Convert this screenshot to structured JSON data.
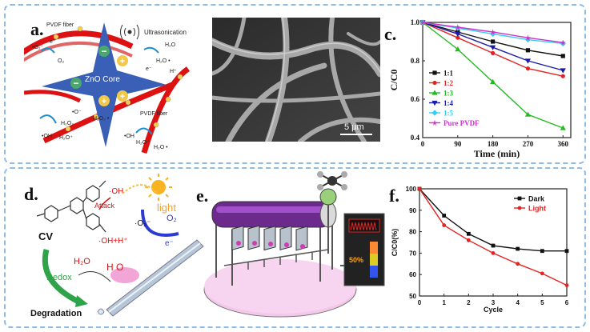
{
  "panels": {
    "a": {
      "label": "a.",
      "core": "ZnO Core",
      "pvdf_top": "PVDF fiber",
      "pvdf_bottom": "PVDF fiber",
      "ultrasonication": "Ultrasonication",
      "species": {
        "o2_radical_left": "•O₂⁻",
        "e_left": "e⁻",
        "o2_left": "O₂",
        "h2o_topright": "H₂O",
        "h2o_radical_right": "H₂O •",
        "e_right": "e⁻",
        "hplus_right": "H⁺",
        "oh_left": "•OH",
        "h2o2_left": "H₂O₂",
        "oh_mid": "•O⁻",
        "h2o_mid": "H₂O⁺",
        "h2o2_mid": "H₂O₂ •",
        "oh_bottom": "•OH",
        "h2o_bottom": "H₂O⁺",
        "h2o_bottom2": "H₂O •"
      }
    },
    "b": {
      "label": "b.",
      "scale_bar": "5 μm"
    },
    "c": {
      "label": "c."
    },
    "d": {
      "label": "d.",
      "cv": "CV",
      "oh": "·OH",
      "attack": "Attack",
      "oh_hplus": "·OH+H⁺",
      "o2_radical": "·O₂⁻",
      "o2": "O₂",
      "e": "e⁻",
      "light": "light",
      "h2o": "H₂O",
      "h_o": "H O",
      "redox": "Redox",
      "degradation": "Degradation"
    },
    "e": {
      "label": "e.",
      "percent": "50%"
    },
    "f": {
      "label": "f."
    }
  },
  "colors": {
    "border": "#8fbbe6",
    "dark_series": "#111111",
    "light_series": "#e52222"
  },
  "chart_data": [
    {
      "id": "c",
      "type": "line",
      "title": "",
      "xlabel": "Time (min)",
      "ylabel": "C/C0",
      "x": [
        0,
        90,
        180,
        270,
        360
      ],
      "xlim": [
        0,
        380
      ],
      "ylim": [
        0.4,
        1.0
      ],
      "xticks": [
        "0",
        "90",
        "180",
        "270",
        "360"
      ],
      "yticks": [
        "0.4",
        "0.6",
        "0.8",
        "1.0"
      ],
      "legend_position": "bottom-left",
      "series": [
        {
          "name": "1:1",
          "color": "#111111",
          "marker": "square",
          "values": [
            1.0,
            0.95,
            0.9,
            0.855,
            0.825
          ]
        },
        {
          "name": "1:2",
          "color": "#e52222",
          "marker": "circle",
          "values": [
            1.0,
            0.92,
            0.84,
            0.76,
            0.72
          ]
        },
        {
          "name": "1:3",
          "color": "#22bb22",
          "marker": "triangle",
          "values": [
            1.0,
            0.86,
            0.69,
            0.52,
            0.45
          ]
        },
        {
          "name": "1:4",
          "color": "#1a1aa8",
          "marker": "triangle-down",
          "values": [
            1.0,
            0.94,
            0.87,
            0.8,
            0.75
          ]
        },
        {
          "name": "1:5",
          "color": "#33cfee",
          "marker": "diamond",
          "values": [
            1.0,
            0.97,
            0.94,
            0.91,
            0.89
          ]
        },
        {
          "name": "Pure PVDF",
          "color": "#cc33cc",
          "marker": "star",
          "values": [
            1.0,
            0.975,
            0.95,
            0.92,
            0.895
          ]
        }
      ]
    },
    {
      "id": "f",
      "type": "line",
      "title": "",
      "xlabel": "Cycle",
      "ylabel": "C/C0(%)",
      "x": [
        0,
        1,
        2,
        3,
        4,
        5,
        6
      ],
      "xlim": [
        0,
        6
      ],
      "ylim": [
        50,
        100
      ],
      "xticks": [
        "0",
        "1",
        "2",
        "3",
        "4",
        "5",
        "6"
      ],
      "yticks": [
        "50",
        "60",
        "70",
        "80",
        "90",
        "100"
      ],
      "legend_position": "top-right",
      "series": [
        {
          "name": "Dark",
          "color": "#111111",
          "marker": "square",
          "values": [
            100,
            87.5,
            79,
            73.5,
            72,
            71,
            71
          ]
        },
        {
          "name": "Light",
          "color": "#e52222",
          "marker": "circle",
          "values": [
            100,
            83,
            76,
            70,
            65,
            60.5,
            55
          ]
        }
      ]
    }
  ]
}
